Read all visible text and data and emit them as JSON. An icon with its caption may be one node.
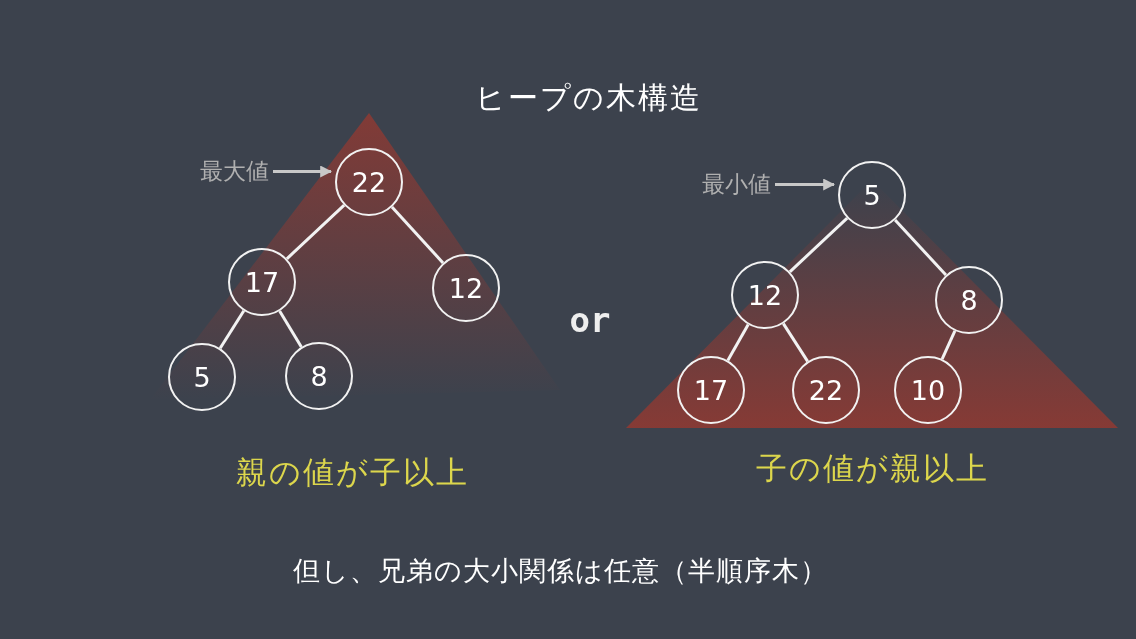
{
  "diagram": {
    "title": "ヒープの木構造",
    "nodes": [
      {
        "text": [
          "22"
        ]
      },
      {
        "text": [
          "17"
        ]
      },
      {
        "text": [
          "12"
        ]
      },
      {
        "text": [
          "5"
        ]
      },
      {
        "text": [
          "8"
        ]
      },
      {
        "text": [
          "5"
        ]
      },
      {
        "text": [
          "12"
        ]
      },
      {
        "text": [
          "8"
        ]
      },
      {
        "text": [
          "17"
        ]
      },
      {
        "text": [
          "22"
        ]
      },
      {
        "text": [
          "10"
        ]
      },
      {
        "text": [
          "最大値"
        ]
      },
      {
        "text": [
          "最小値"
        ]
      }
    ],
    "edges": [
      {
        "from": 0,
        "to": 1,
        "arrow": "none"
      },
      {
        "from": 0,
        "to": 2,
        "arrow": "none"
      },
      {
        "from": 1,
        "to": 3,
        "arrow": "none"
      },
      {
        "from": 1,
        "to": 4,
        "arrow": "none"
      },
      {
        "from": 5,
        "to": 6,
        "arrow": "none"
      },
      {
        "from": 5,
        "to": 7,
        "arrow": "none"
      },
      {
        "from": 6,
        "to": 8,
        "arrow": "none"
      },
      {
        "from": 6,
        "to": 9,
        "arrow": "none"
      },
      {
        "from": 7,
        "to": 10,
        "arrow": "none"
      },
      {
        "from": 11,
        "to": 0,
        "arrow": "to",
        "color": "#c8c8c8"
      },
      {
        "from": 12,
        "to": 5,
        "arrow": "to",
        "color": "#c8c8c8"
      }
    ],
    "labels": [
      "or",
      "親の値が子以上",
      "子の値が親以上",
      "但し、兄弟の大小関係は任意（半順序木）"
    ]
  }
}
